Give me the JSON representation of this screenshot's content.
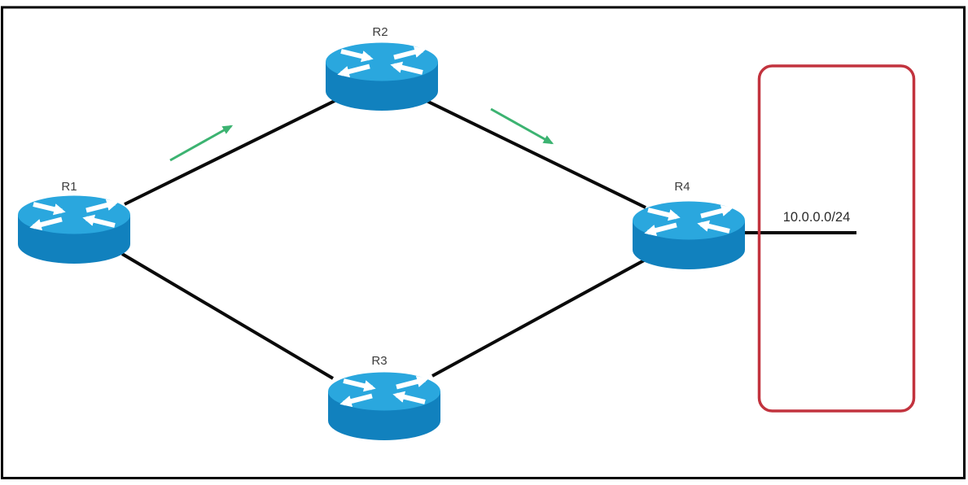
{
  "diagram": {
    "type": "network-topology",
    "nodes": [
      {
        "id": "r1",
        "label": "R1"
      },
      {
        "id": "r2",
        "label": "R2"
      },
      {
        "id": "r3",
        "label": "R3"
      },
      {
        "id": "r4",
        "label": "R4"
      }
    ],
    "links": [
      {
        "from": "R1",
        "to": "R2",
        "traffic_arrow": true
      },
      {
        "from": "R2",
        "to": "R4",
        "traffic_arrow": true
      },
      {
        "from": "R1",
        "to": "R3",
        "traffic_arrow": false
      },
      {
        "from": "R3",
        "to": "R4",
        "traffic_arrow": false
      },
      {
        "from": "R4",
        "to": "network-segment",
        "traffic_arrow": false
      }
    ],
    "network_label": "10.0.0.0/24",
    "colors": {
      "router_top": "#2AA7DE",
      "router_body": "#1181BE",
      "router_arrows": "#FFFFFF",
      "link": "#0A0A0A",
      "traffic_arrow": "#3CB371",
      "highlight_box": "#C2333E",
      "node_label": "#3D3D3D",
      "network_label_color": "#2B2B2B",
      "frame": "#000000"
    }
  }
}
